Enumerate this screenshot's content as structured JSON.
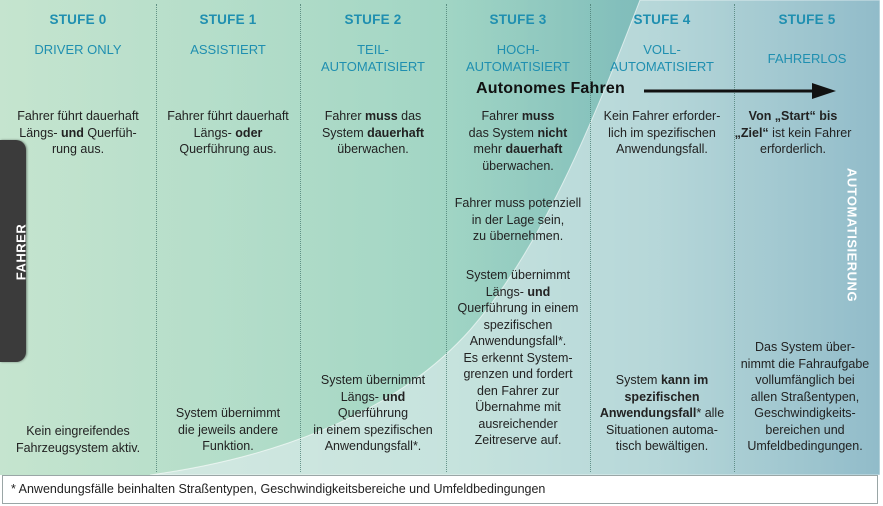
{
  "columns": [
    {
      "stufe": "STUFE 0",
      "name": "DRIVER ONLY",
      "top_text": "Fahrer führt dauerhaft\nLängs- **und** Querfüh-\nrung aus.",
      "bottom_text": "Kein eingreifendes\nFahrzeugsystem aktiv."
    },
    {
      "stufe": "STUFE 1",
      "name": "ASSISTIERT",
      "top_text": "Fahrer führt dauerhaft\nLängs- **oder**\nQuerführung aus.",
      "bottom_text": "System übernimmt\ndie jeweils andere\nFunktion."
    },
    {
      "stufe": "STUFE 2",
      "name": "TEIL-\nAUTOMATISIERT",
      "top_text": "Fahrer **muss** das\nSystem **dauerhaft**\nüberwachen.",
      "bottom_text": "System übernimmt\nLängs- **und**\nQuerführung\nin einem spezifischen\nAnwendungsfall*."
    },
    {
      "stufe": "STUFE 3",
      "name": "HOCH-\nAUTOMATISIERT",
      "top_text": "Fahrer **muss**\ndas System **nicht**\nmehr **dauerhaft**\nüberwachen.",
      "middle_text": "Fahrer muss potenziell\nin der Lage sein,\nzu übernehmen.",
      "bottom_text": "System übernimmt\nLängs- **und**\nQuerführung in einem\nspezifischen\nAnwendungsfall*.\nEs erkennt System-\ngrenzen und fordert\nden Fahrer zur\nÜbernahme mit\nausreichender\nZeitreserve auf."
    },
    {
      "stufe": "STUFE 4",
      "name": "VOLL-\nAUTOMATISIERT",
      "top_text": "Kein Fahrer erforder-\nlich im spezifischen\nAnwendungsfall.",
      "bottom_text": "System **kann im**\n**spezifischen**\n**Anwendungsfall*** alle\nSituationen automa-\ntisch bewältigen."
    },
    {
      "stufe": "STUFE 5",
      "name": "FAHRERLOS",
      "top_text": "**Von „Start“ bis**\n**„Ziel“** ist kein Fahrer\nerforderlich.",
      "bottom_text": "Das System über-\nnimmt die Fahraufgabe\nvollumfänglich bei\nallen Straßentypen,\nGeschwindigkeits-\nbereichen und\nUmfeldbedingungen."
    }
  ],
  "autonomes_fahren": "Autonomes Fahren",
  "left_tab_label": "FAHRER",
  "right_label": "AUTOMATISIERUNG",
  "footnote": "* Anwendungsfälle beinhalten Straßentypen, Geschwindigkeitsbereiche und Umfeldbedingungen",
  "colors": {
    "header_text": "#1f8fb0",
    "left_green": "#9ed0b0",
    "right_blue": "#2a7e98",
    "curve_fill": "#e6eff2"
  }
}
